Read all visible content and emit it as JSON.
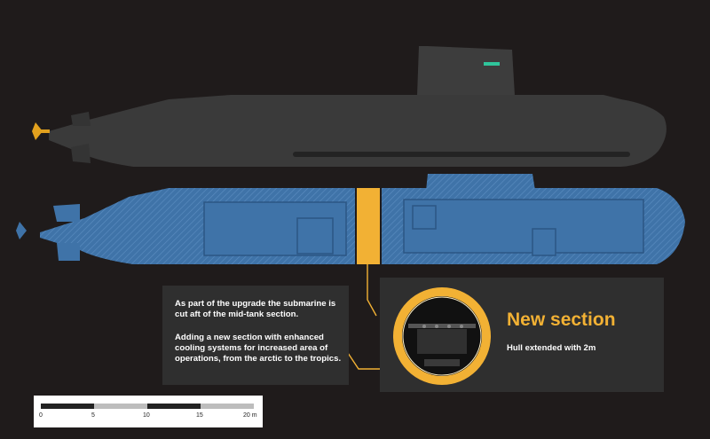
{
  "info": {
    "text_1": "As part of the upgrade the submarine is cut aft of the mid-tank section.",
    "text_2": "Adding a new section with enhanced cooling systems for increased area of operations, from the arctic to the tropics."
  },
  "callout": {
    "title": "New section",
    "subtitle": "Hull extended with 2m"
  },
  "scale": {
    "ticks": [
      "0",
      "5",
      "10",
      "15",
      "20 m"
    ]
  },
  "colors": {
    "background": "#1f1b1b",
    "hull_dark": "#3a3a3a",
    "hull_blue": "#3f73a8",
    "new_section": "#f2b134",
    "panel": "#2f2f2f"
  }
}
